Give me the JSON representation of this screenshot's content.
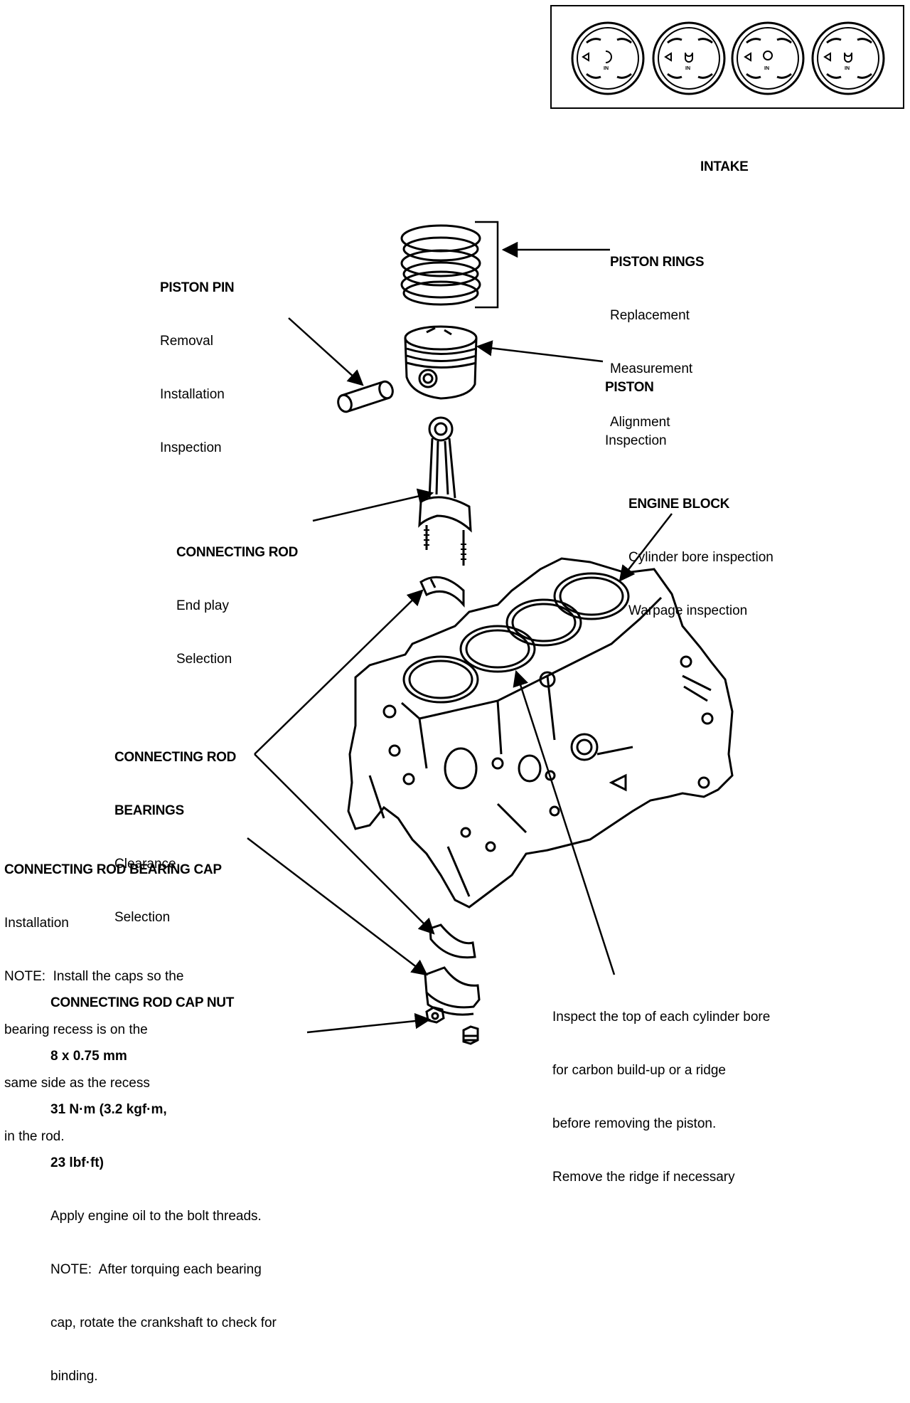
{
  "intake_label": "INTAKE",
  "piston_top_marks": [
    "IN",
    "IN",
    "IN",
    "IN"
  ],
  "piston_rings": {
    "title": "PISTON RINGS",
    "lines": [
      "Replacement",
      "Measurement",
      "Alignment"
    ]
  },
  "piston_pin": {
    "title": "PISTON PIN",
    "lines": [
      "Removal",
      "Installation",
      "Inspection"
    ]
  },
  "piston": {
    "title": "PISTON",
    "lines": [
      "Inspection"
    ]
  },
  "engine_block": {
    "title": "ENGINE BLOCK",
    "lines": [
      "Cylinder bore inspection",
      "Warpage inspection"
    ]
  },
  "connecting_rod": {
    "title": "CONNECTING ROD",
    "lines": [
      "End play",
      "Selection"
    ]
  },
  "rod_bearings": {
    "title_lines": [
      "CONNECTING ROD",
      "BEARINGS"
    ],
    "lines": [
      "Clearance",
      "Selection"
    ]
  },
  "bearing_cap": {
    "title": "CONNECTING ROD BEARING CAP",
    "lines": [
      "Installation",
      "NOTE:  Install the caps so the",
      "bearing recess is on the",
      "same side as the recess",
      "in the rod."
    ]
  },
  "cap_nut": {
    "title": "CONNECTING ROD CAP NUT",
    "spec_lines": [
      "8 x 0.75 mm",
      "31 N·m (3.2 kgf·m,",
      "23 lbf·ft)"
    ],
    "lines": [
      "Apply engine oil to the bolt threads.",
      "NOTE:  After torquing each bearing",
      "cap, rotate the crankshaft to check for",
      "binding."
    ]
  },
  "bore_note": {
    "lines": [
      "Inspect the top of each cylinder bore",
      "for carbon build-up or a ridge",
      "before removing the piston.",
      "Remove the ridge if necessary"
    ]
  }
}
